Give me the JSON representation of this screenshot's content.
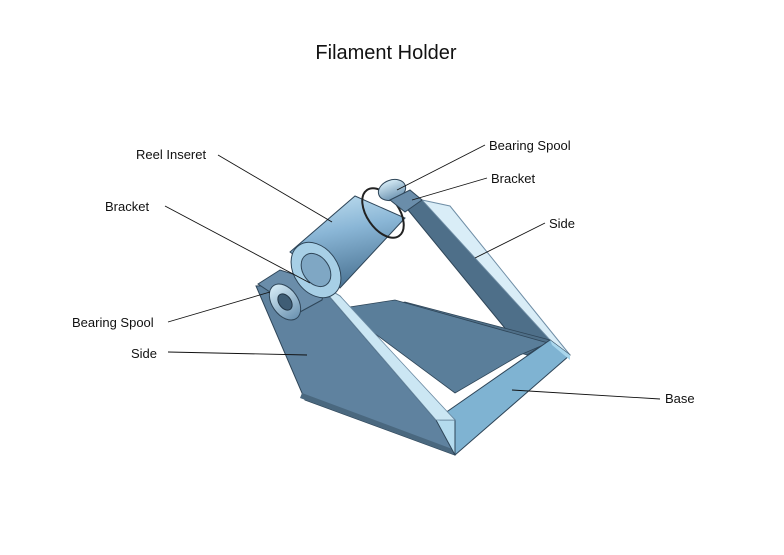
{
  "diagram": {
    "title": "Filament Holder",
    "labels": {
      "reel_insert": "Reel Inseret",
      "bracket_left": "Bracket",
      "bearing_spool_left": "Bearing Spool",
      "side_left": "Side",
      "bearing_spool_right": "Bearing Spool",
      "bracket_right": "Bracket",
      "side_right": "Side",
      "base": "Base"
    }
  },
  "colors": {
    "front_side": "#5d809e",
    "back_side": "#4e6f89",
    "back_side_face": "#cfe6f2",
    "inner_floor": "#587c98",
    "top_edge": "#a7d2e8",
    "base_front": "#8fbfd8",
    "cylinder": "#8ab6d6",
    "leader_line": "#111111"
  }
}
